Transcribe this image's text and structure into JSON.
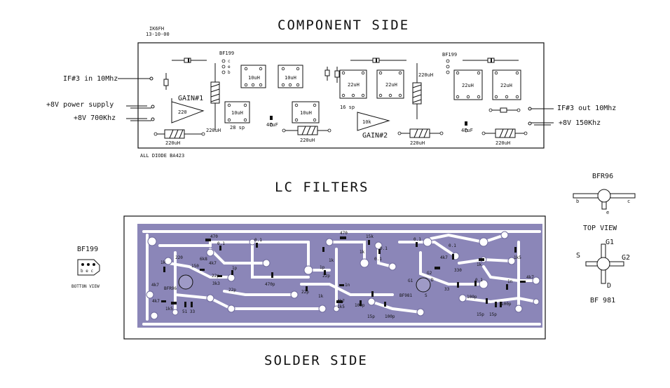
{
  "titles": {
    "component_side": "COMPONENT SIDE",
    "lc_filters": "LC FILTERS",
    "solder_side": "SOLDER SIDE"
  },
  "header_note": {
    "author": "IK6FH",
    "date": "13-10-00"
  },
  "footer_note": "ALL DIODE BA423",
  "connections": {
    "if3_in": "IF#3 in 10Mhz",
    "power_supply": "+8V power supply",
    "v8_700": "+8V 700Khz",
    "if3_out": "IF#3 out 10Mhz",
    "v8_150": "+8V 150Khz"
  },
  "component_labels": {
    "bf199_left": "BF199",
    "bf199_right": "BF199",
    "gain1": "GAIN#1",
    "gain2": "GAIN#2",
    "pin_c": "c",
    "pin_e": "e",
    "pin_b": "b",
    "tri1": "220",
    "tri2": "10k",
    "coil_220uh_1": "220uH",
    "coil_220uh_2": "220uH",
    "coil_220uh_3": "220uH",
    "coil_220uh_4": "220uH",
    "coil_220uh_5": "220uH",
    "coil_220uh_6": "220uH",
    "tr_10uh_1": "10uH",
    "tr_10uh_2": "10uH",
    "tr_10uh_3": "10uH",
    "tr_10uh_4": "10uH",
    "tr_22uh_1": "22uH",
    "tr_22uh_2": "22uH",
    "tr_22uh_3": "22uH",
    "tr_22uh_4": "22uH",
    "sp28": "28 sp",
    "sp16": "16 sp",
    "cap47_1": "47uF",
    "cap47_2": "47uF"
  },
  "pinouts": {
    "bfr96_title": "BFR96",
    "bfr96_b": "b",
    "bfr96_e": "e",
    "bfr96_c": "c",
    "top_view": "TOP VIEW",
    "bf981_g1": "G1",
    "bf981_s": "S",
    "bf981_g2": "G2",
    "bf981_d": "D",
    "bf981_title": "BF 981",
    "bf199_title": "BF199",
    "bf199_pins": "b e c",
    "bottom_view": "BOTTON VIEW"
  },
  "solder_labels": {
    "l470a": "470",
    "l01a": "0.1",
    "l01b": "0.1",
    "l470b": "470",
    "l15k": "15k",
    "l1k": "1k",
    "l01c": "0.1",
    "l01d": "0.1",
    "l220": "220",
    "l1k_a": "1k",
    "l6k8": "6k8",
    "l4k7a": "4k7",
    "l150": "150",
    "l1p": "1p",
    "l22p_a": "22p",
    "l22p_b": "22p",
    "l3k3": "3k3",
    "l470p": "470p",
    "lbfr96": "BFR96",
    "l4k7b": "4k7",
    "l1k5a": "1k5",
    "l5133": "51 33",
    "l4k7c": "4k7",
    "l1p_b": "1p",
    "l22p_c": "22p",
    "l22p_d": "22p",
    "l1k_b": "1k",
    "l4k7d": "4k7",
    "l1k5b": "1k5",
    "l1n": "1n",
    "l1k_c": "1k",
    "l100p_a": "100p",
    "l15p_a": "15p",
    "l100p_b": "100p",
    "l01e": "0.1",
    "l01f": "0.1",
    "lg1": "G1",
    "lg2": "G2",
    "ld": "D",
    "ls": "S",
    "lbf981": "BF981",
    "l33": "33",
    "l4k7e": "4k7",
    "l1k_d": "1k",
    "l1k5c": "1k5",
    "l330": "330",
    "l100p_c": "100p",
    "l15p_b": "15p",
    "l15p_c": "15p",
    "l100p_d": "100p",
    "l1n_b": "1n",
    "l4k7f": "4k7",
    "l01g": "0.1"
  }
}
